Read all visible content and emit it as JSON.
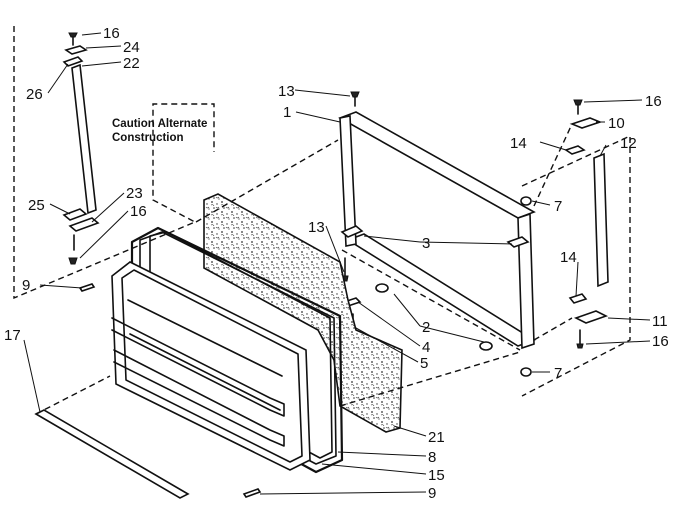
{
  "note": {
    "line1": "Caution Alternate",
    "line2": "Construction"
  },
  "callouts": [
    "1",
    "2",
    "3",
    "4",
    "5",
    "7",
    "7",
    "8",
    "9",
    "9",
    "10",
    "11",
    "12",
    "13",
    "13",
    "14",
    "14",
    "15",
    "16",
    "16",
    "16",
    "17",
    "21",
    "22",
    "23",
    "24",
    "25",
    "26"
  ]
}
